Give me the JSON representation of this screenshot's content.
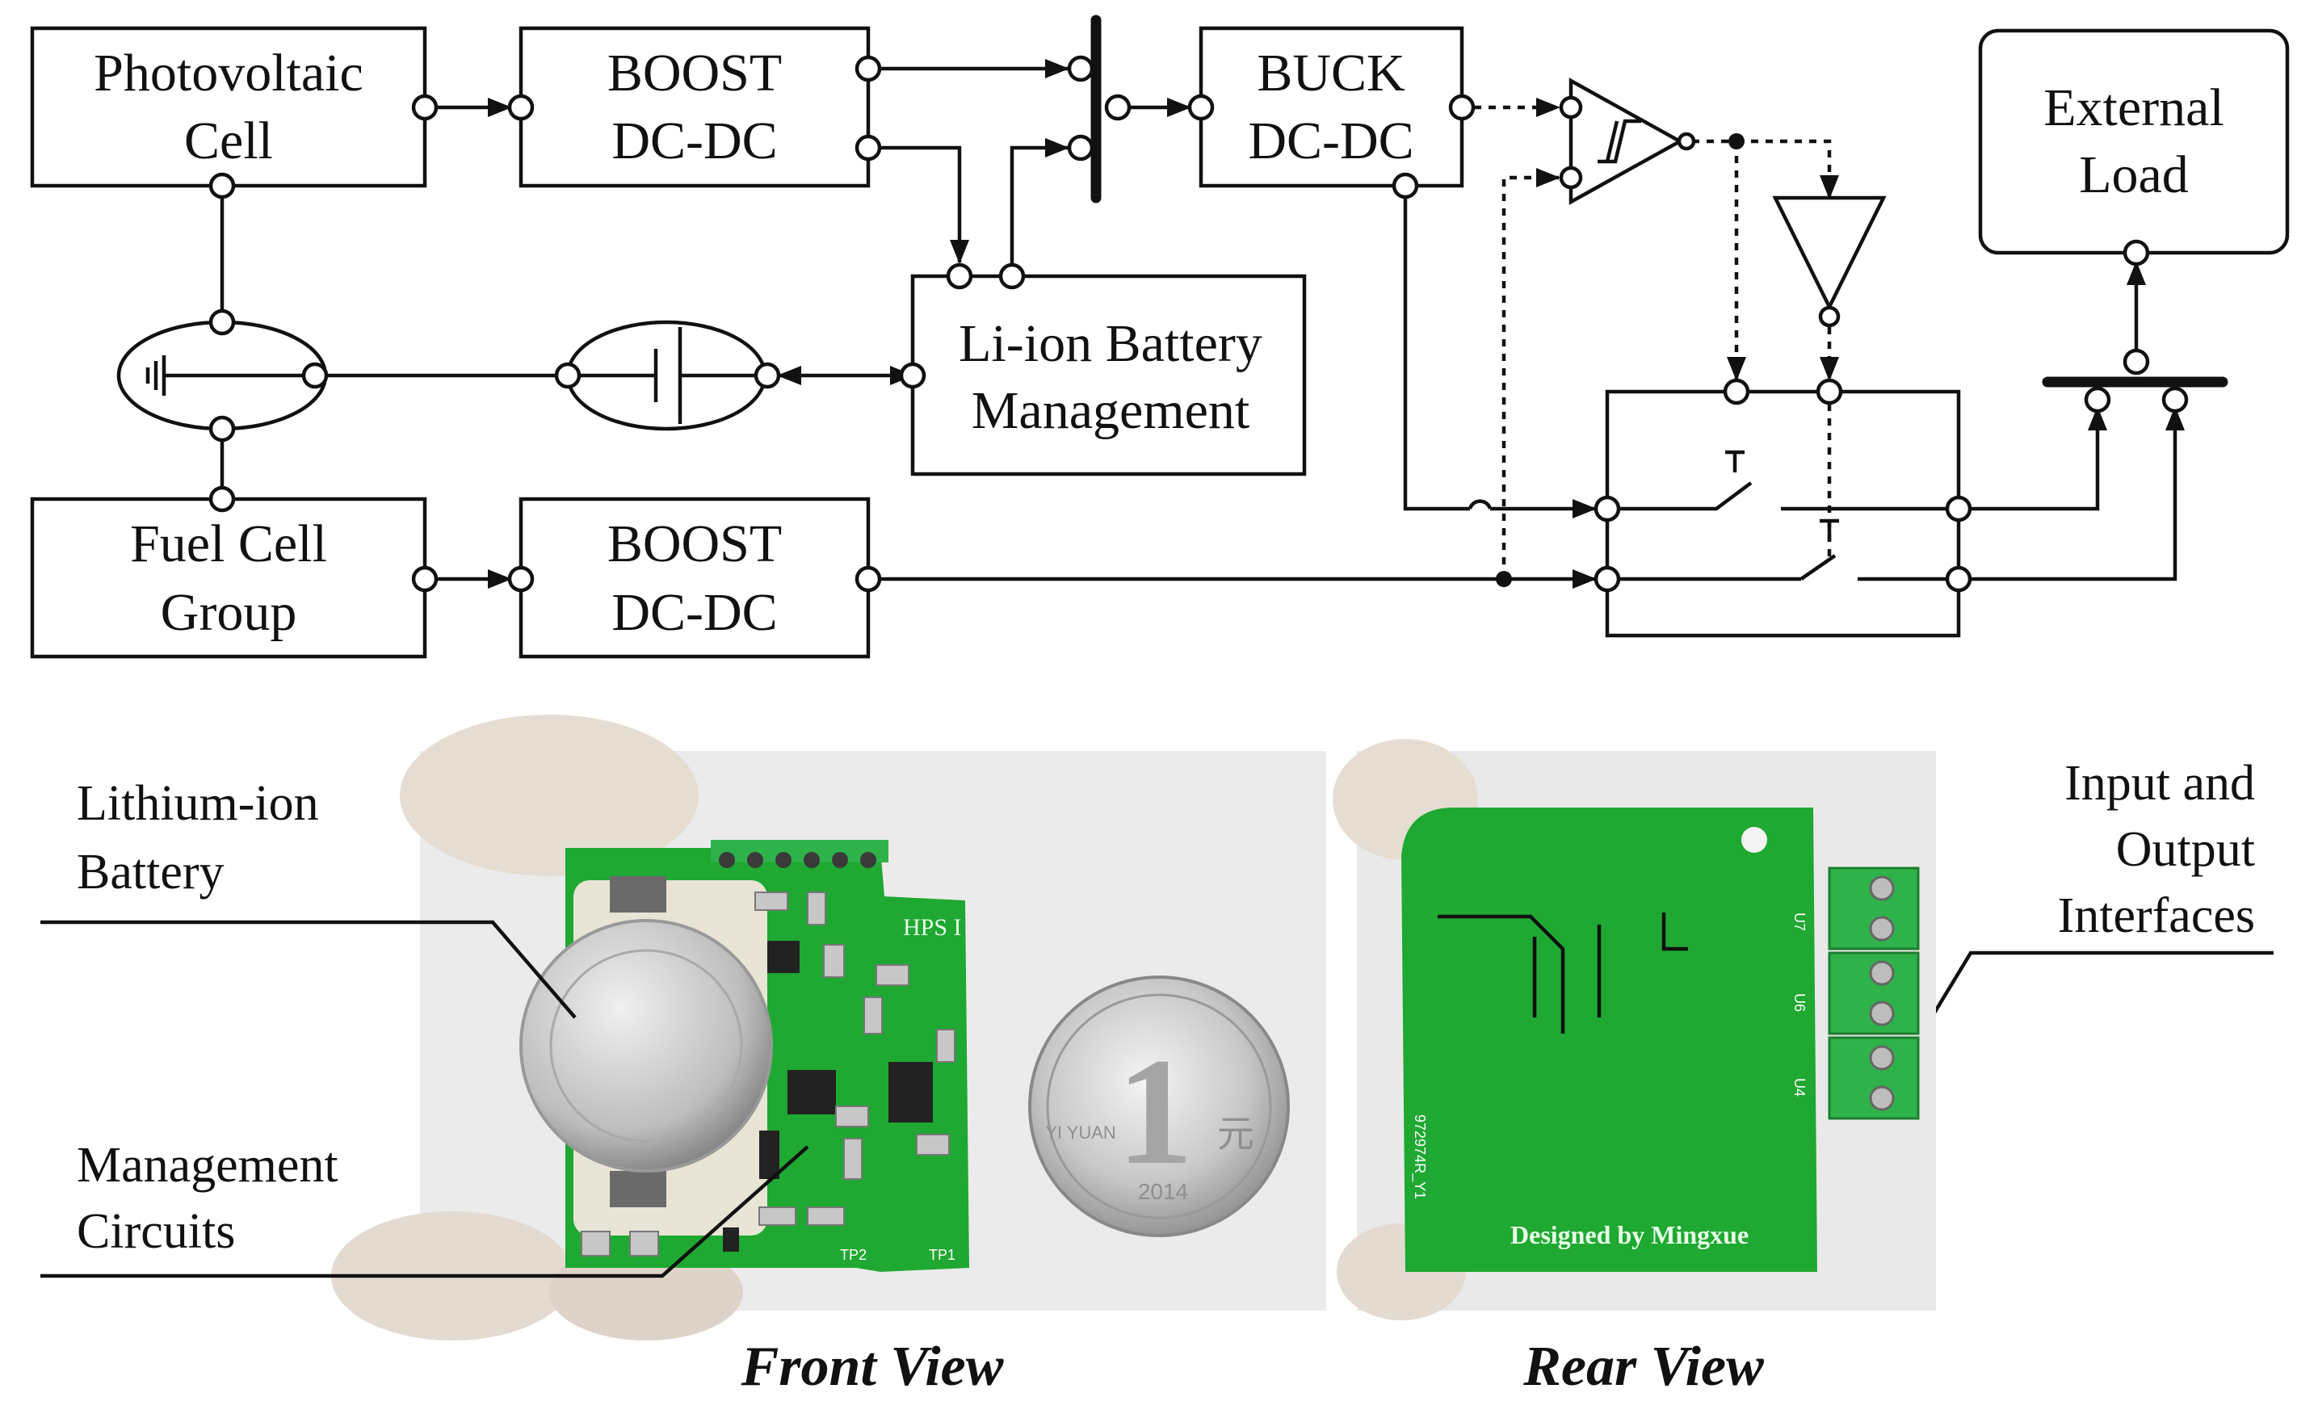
{
  "blocks": {
    "pv": [
      "Photovoltaic",
      "Cell"
    ],
    "boost1": [
      "BOOST",
      "DC-DC"
    ],
    "buck": [
      "BUCK",
      "DC-DC"
    ],
    "load": [
      "External",
      "Load"
    ],
    "battery_mgmt": [
      "Li-ion Battery",
      "Management"
    ],
    "fuel": [
      "Fuel Cell",
      "Group"
    ],
    "boost2": [
      "BOOST",
      "DC-DC"
    ]
  },
  "annotations": {
    "lithium": [
      "Lithium-ion",
      "Battery"
    ],
    "management": [
      "Management",
      "Circuits"
    ],
    "io": [
      "Input and",
      "Output",
      "Interfaces"
    ]
  },
  "captions": {
    "front": "Front View",
    "rear": "Rear View"
  },
  "board": {
    "front_label": "HPS I",
    "rear_label": "Designed by Mingxue",
    "rear_id": "972974R_Y1",
    "coin_denomination": "1",
    "coin_unit": "元",
    "coin_year": "2014",
    "coin_text": "YI YUAN",
    "terminal_labels": [
      "U7",
      "U6",
      "U4"
    ],
    "tp_labels": [
      "TP2",
      "TP1"
    ]
  },
  "colors": {
    "pcb_green": "#1fa832",
    "terminal_green": "#2fb24a",
    "photo_bg": "#e9e9e9"
  }
}
